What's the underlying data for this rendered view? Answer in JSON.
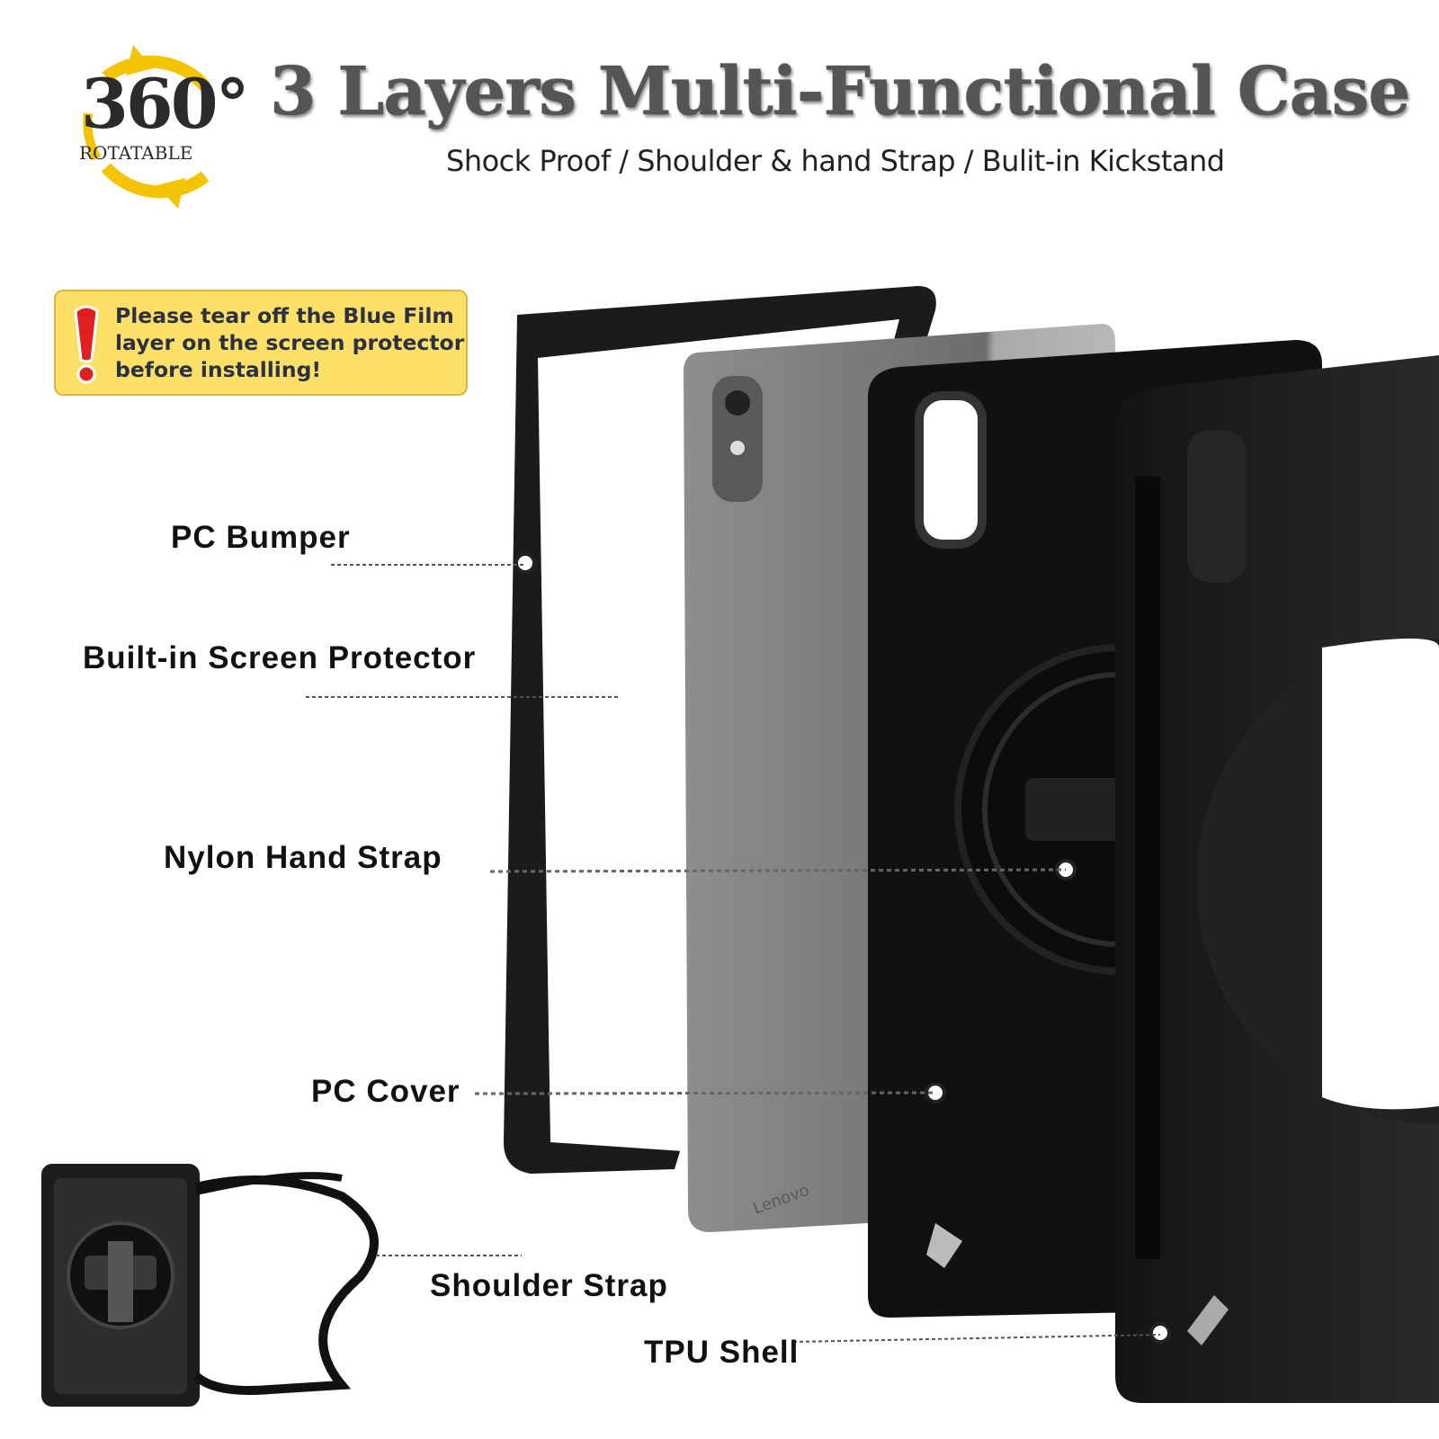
{
  "header": {
    "badge_number": "360°",
    "badge_text": "ROTATABLE",
    "title": "3 Layers Multi-Functional Case",
    "subtitle": "Shock Proof / Shoulder & hand Strap / Bulit-in Kickstand"
  },
  "notice": {
    "icon": "exclamation-icon",
    "lines": [
      "Please tear off the Blue Film",
      "layer on the screen protector",
      "before installing!"
    ]
  },
  "labels": {
    "pc_bumper": "PC Bumper",
    "screen_protector": "Built-in Screen Protector",
    "hand_strap": "Nylon Hand Strap",
    "pc_cover": "PC Cover",
    "shoulder_strap": "Shoulder Strap",
    "tpu_shell": "TPU Shell"
  },
  "tablet_brand": "Lenovo",
  "colors": {
    "badge_arrow": "#f5c400",
    "notice_bg": "#fde068",
    "exclamation": "#e02020",
    "case_black": "#1a1a1a",
    "tablet_gray": "#7a7a7a"
  }
}
